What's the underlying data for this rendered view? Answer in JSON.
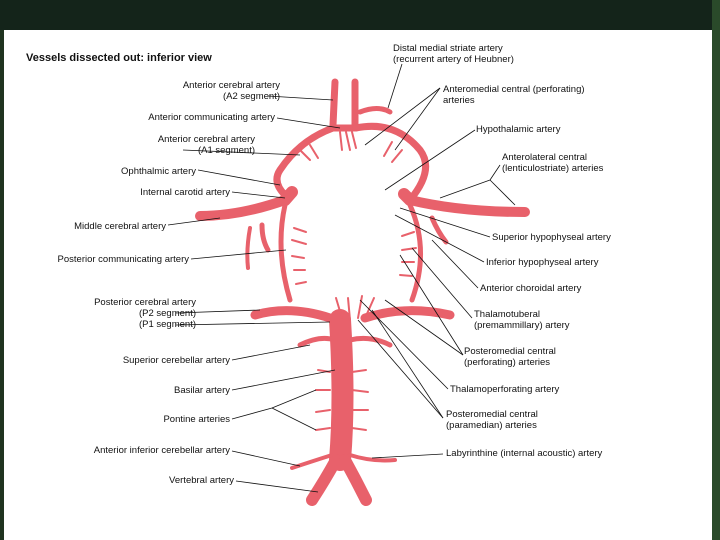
{
  "title": "Vessels dissected out: inferior view",
  "colors": {
    "vessel": "#e8616b",
    "vessel_dark": "#c9414d",
    "leader": "#111111",
    "frame": "#ffffff",
    "background": "#1f3320"
  },
  "labels_left": {
    "aca2_line1": "Anterior cerebral artery",
    "aca2_line2": "(A2 segment)",
    "acom": "Anterior communicating artery",
    "aca1_line1": "Anterior cerebral artery",
    "aca1_line2": "(A1 segment)",
    "ophthalmic": "Ophthalmic artery",
    "ica": "Internal carotid artery",
    "mca": "Middle cerebral artery",
    "pcom": "Posterior communicating artery",
    "pca_line1": "Posterior cerebral artery",
    "pca_line2": "(P2 segment)",
    "pca_line3": "(P1 segment)",
    "sca": "Superior cerebellar artery",
    "basilar": "Basilar artery",
    "pontine": "Pontine arteries",
    "aica": "Anterior inferior cerebellar artery",
    "vertebral": "Vertebral artery"
  },
  "labels_right": {
    "heubner_line1": "Distal medial striate artery",
    "heubner_line2": "(recurrent artery of Heubner)",
    "anteromedial_line1": "Anteromedial central (perforating)",
    "anteromedial_line2": "arteries",
    "hypothalamic": "Hypothalamic artery",
    "anterolateral_line1": "Anterolateral central",
    "anterolateral_line2": "(lenticulostriate) arteries",
    "sup_hypophyseal": "Superior hypophyseal artery",
    "inf_hypophyseal": "Inferior hypophyseal artery",
    "ant_choroidal": "Anterior choroidal artery",
    "thalamotuberal_line1": "Thalamotuberal",
    "thalamotuberal_line2": "(premammillary) artery",
    "posteromedial1_line1": "Posteromedial central",
    "posteromedial1_line2": "(perforating) arteries",
    "thalamoperforating": "Thalamoperforating artery",
    "posteromedial2_line1": "Posteromedial central",
    "posteromedial2_line2": "(paramedian) arteries",
    "labyrinthine": "Labyrinthine (internal acoustic) artery"
  }
}
